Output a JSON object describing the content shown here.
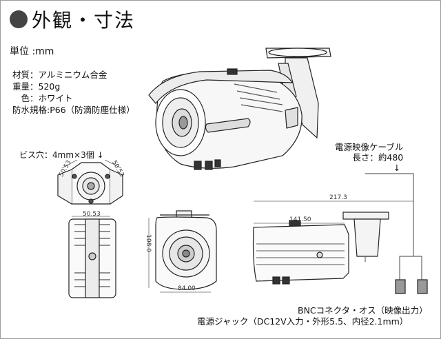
{
  "title": "外観・寸法",
  "unit": "単位 :mm",
  "specs": [
    {
      "label": "材質",
      "value": "：アルミニウム合金"
    },
    {
      "label": "重量",
      "value": "：520g"
    },
    {
      "label": "　色",
      "value": "：ホワイト"
    },
    {
      "label": "防水規格",
      "value": ":P66（防滴防塵仕様）"
    }
  ],
  "screw_holes": "ビス穴：4mm×3個",
  "screw_arrow": "↓",
  "cable_label_1": "電源映像ケーブル",
  "cable_label_2": "長さ：約480",
  "cable_arrow": "↓",
  "bnc_label": "BNCコネクタ・オス（映像出力）",
  "jack_label": "電源ジャック（DC12V入力・外形5.5、内径2.1mm）",
  "dimensions": {
    "mount_left": "50.53",
    "mount_right": "50.53",
    "mount_bottom": "50.53",
    "front_height": "108.0",
    "front_width": "84.00",
    "side_total": "217.3",
    "side_body": "141.50"
  }
}
